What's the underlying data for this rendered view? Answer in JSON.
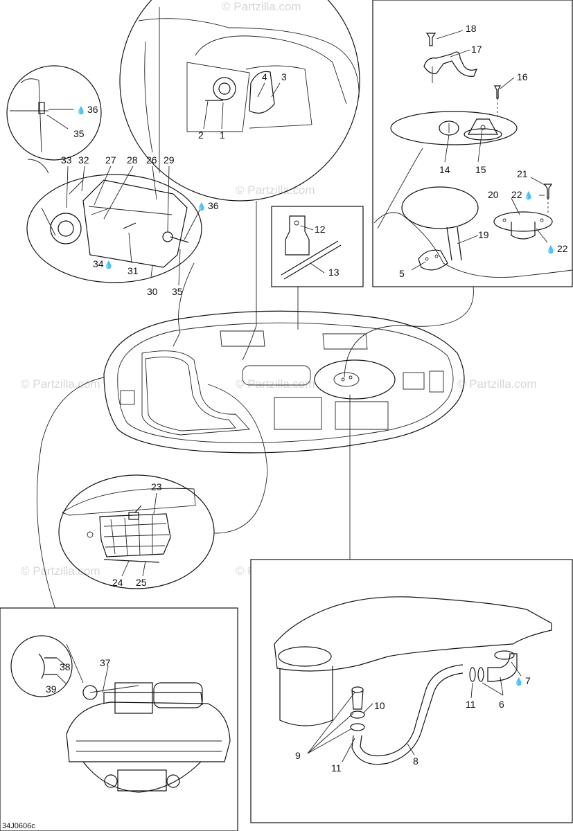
{
  "watermark": "© Partzilla.com",
  "diagram_code": "34J0606c",
  "drop_symbol": "💧",
  "callouts": {
    "c1": "1",
    "c2": "2",
    "c3": "3",
    "c4": "4",
    "c5": "5",
    "c6": "6",
    "c7": "7",
    "c8": "8",
    "c9": "9",
    "c10": "10",
    "c11a": "11",
    "c11b": "11",
    "c12": "12",
    "c13": "13",
    "c14": "14",
    "c15": "15",
    "c16": "16",
    "c17": "17",
    "c18": "18",
    "c19": "19",
    "c20": "20",
    "c21": "21",
    "c22a": "22",
    "c22b": "22",
    "c23": "23",
    "c24": "24",
    "c25": "25",
    "c26": "26",
    "c27": "27",
    "c28": "28",
    "c29": "29",
    "c30": "30",
    "c31": "31",
    "c32": "32",
    "c33": "33",
    "c34": "34",
    "c35a": "35",
    "c35b": "35",
    "c36a": "36",
    "c36b": "36",
    "c37": "37",
    "c38": "38",
    "c39": "39"
  }
}
